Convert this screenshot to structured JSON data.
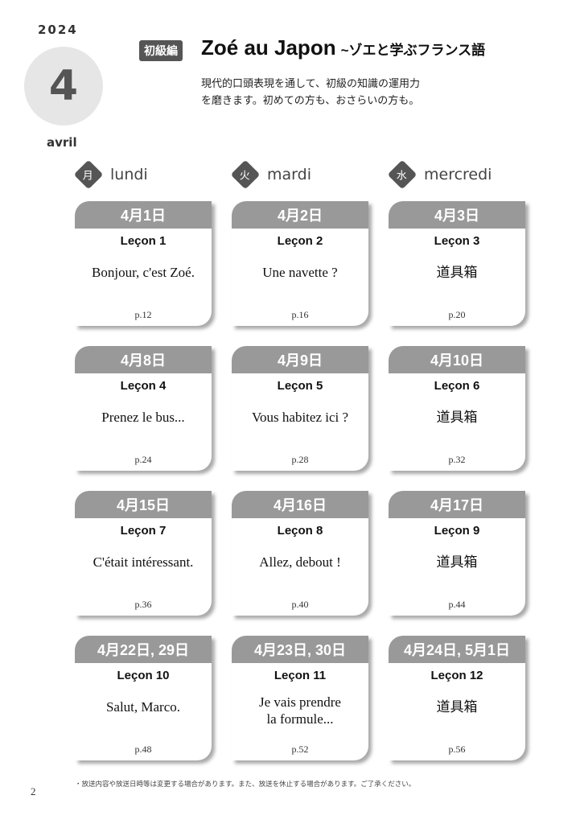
{
  "header": {
    "year": "2024",
    "month_number": "4",
    "month_name": "avril",
    "level_badge": "初級編",
    "title": "Zoé au Japon",
    "subtitle": "~ゾエと学ぶフランス語",
    "description": [
      "現代的口頭表現を通して、初級の知識の運用力",
      "を磨きます。初めての方も、おさらいの方も。"
    ]
  },
  "days": [
    {
      "kanji": "月",
      "name": "lundi"
    },
    {
      "kanji": "火",
      "name": "mardi"
    },
    {
      "kanji": "水",
      "name": "mercredi"
    }
  ],
  "lessons": [
    {
      "date": "4月1日",
      "lesson": "Leçon 1",
      "phrase": "Bonjour, c'est Zoé.",
      "page": "p.12"
    },
    {
      "date": "4月2日",
      "lesson": "Leçon 2",
      "phrase": "Une navette ?",
      "page": "p.16"
    },
    {
      "date": "4月3日",
      "lesson": "Leçon 3",
      "phrase": "道具箱",
      "page": "p.20"
    },
    {
      "date": "4月8日",
      "lesson": "Leçon 4",
      "phrase": "Prenez le bus...",
      "page": "p.24"
    },
    {
      "date": "4月9日",
      "lesson": "Leçon 5",
      "phrase": "Vous habitez ici ?",
      "page": "p.28"
    },
    {
      "date": "4月10日",
      "lesson": "Leçon 6",
      "phrase": "道具箱",
      "page": "p.32"
    },
    {
      "date": "4月15日",
      "lesson": "Leçon 7",
      "phrase": "C'était intéressant.",
      "page": "p.36"
    },
    {
      "date": "4月16日",
      "lesson": "Leçon 8",
      "phrase": "Allez, debout !",
      "page": "p.40"
    },
    {
      "date": "4月17日",
      "lesson": "Leçon 9",
      "phrase": "道具箱",
      "page": "p.44"
    },
    {
      "date": "4月22日, 29日",
      "lesson": "Leçon 10",
      "phrase": "Salut, Marco.",
      "page": "p.48"
    },
    {
      "date": "4月23日, 30日",
      "lesson": "Leçon 11",
      "phrase": "Je vais prendre la formule...",
      "page": "p.52"
    },
    {
      "date": "4月24日, 5月1日",
      "lesson": "Leçon 12",
      "phrase": "道具箱",
      "page": "p.56"
    }
  ],
  "footer": {
    "note": "・放送内容や放送日時等は変更する場合があります。また、放送を休止する場合があります。ご了承ください。",
    "page_number": "2"
  }
}
